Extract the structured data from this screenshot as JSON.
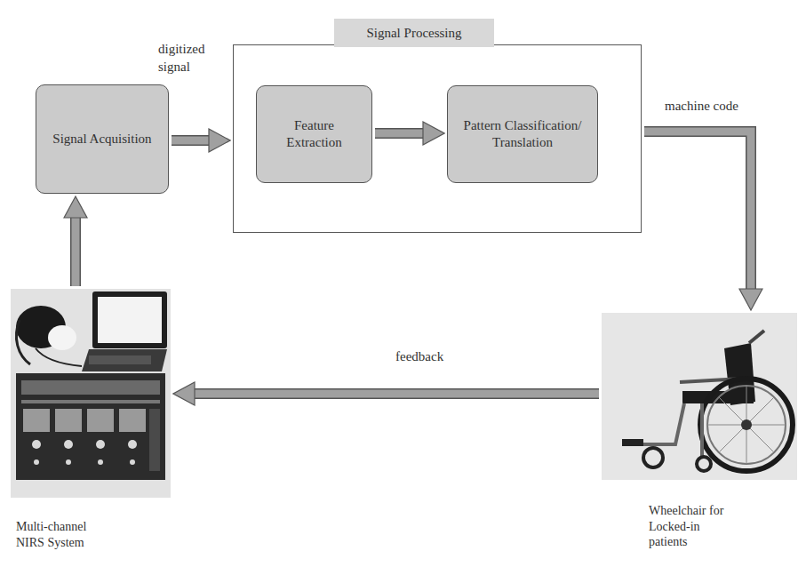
{
  "diagram": {
    "nodes": [
      {
        "text": [
          "Signal Acquisition"
        ]
      },
      {
        "text": [
          "Signal Processing"
        ]
      },
      {
        "text": [
          "Feature Extraction"
        ],
        "in": 1
      },
      {
        "text": [
          "Pattern Classification/ Translation"
        ],
        "in": 1
      },
      {
        "text": [
          "Multi-channel NIRS System"
        ]
      },
      {
        "text": [
          "Wheelchair for Locked-in patients"
        ]
      }
    ],
    "edges": [
      {
        "from": 0,
        "to": 1,
        "label": "digitized signal",
        "arrow": "to"
      },
      {
        "from": 2,
        "to": 3,
        "arrow": "to"
      },
      {
        "from": 1,
        "to": 5,
        "label": "machine code",
        "arrow": "to"
      },
      {
        "from": 5,
        "to": 4,
        "label": "feedback",
        "arrow": "to"
      },
      {
        "from": 4,
        "to": 0,
        "arrow": "to"
      }
    ]
  }
}
